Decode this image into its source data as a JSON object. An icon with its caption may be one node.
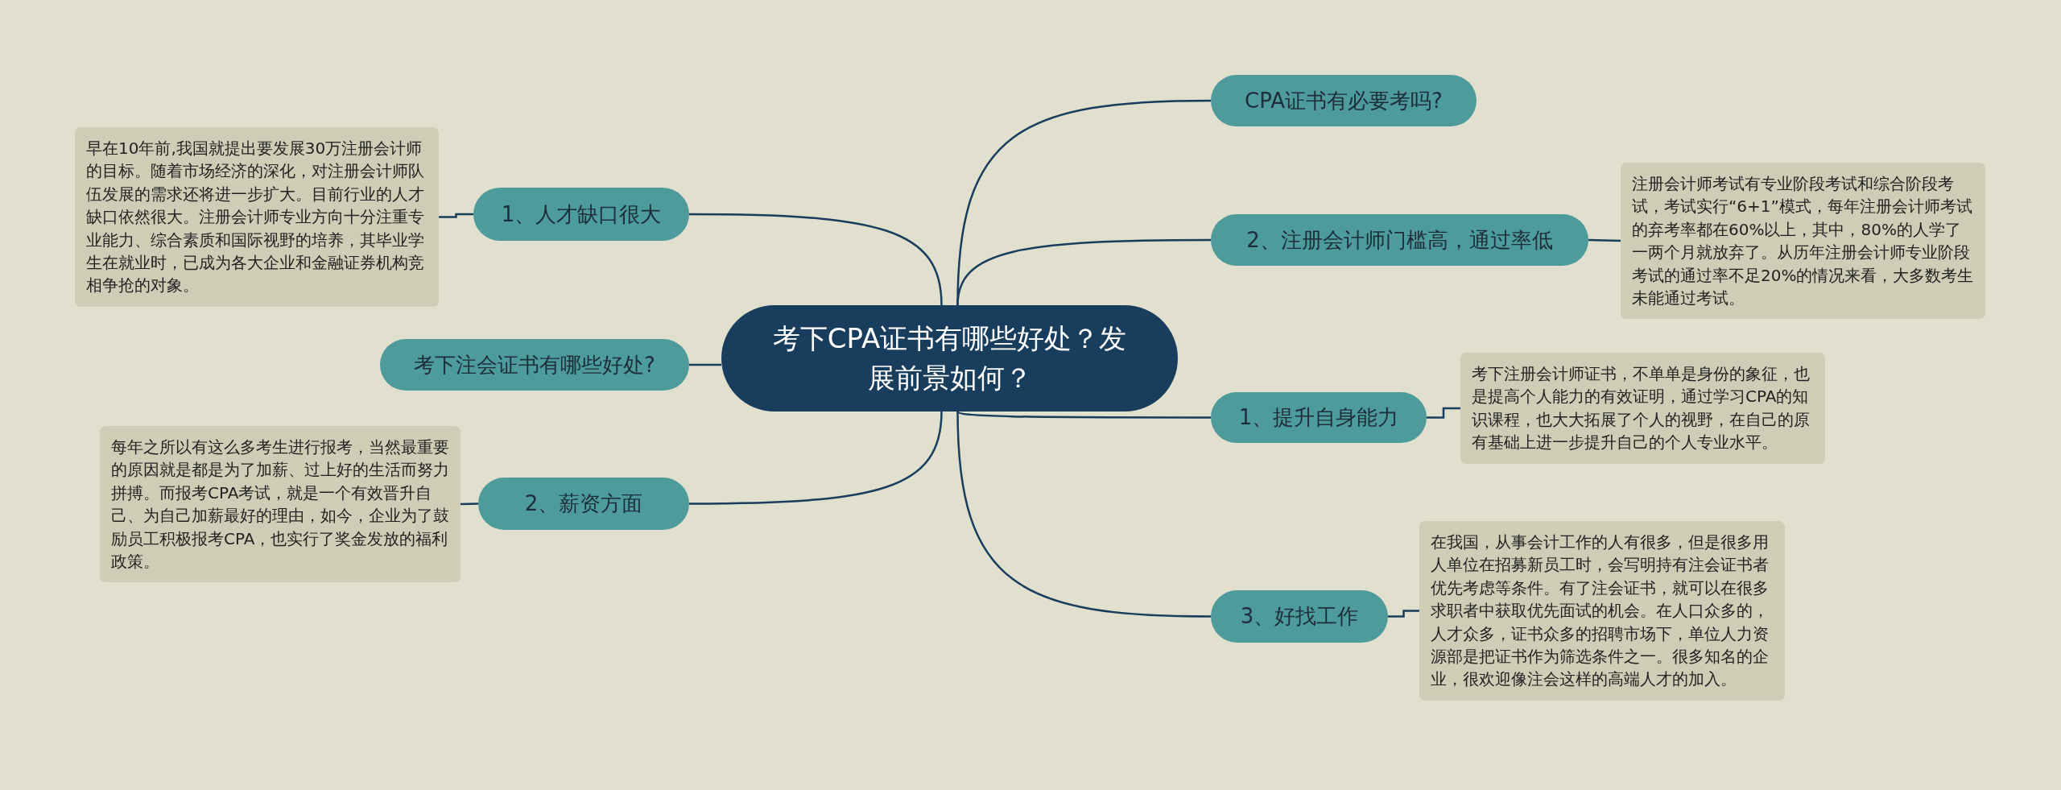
{
  "diagram": {
    "nodes": [
      {
        "text": [
          "考下CPA证书有哪些好处？发展前景如何？"
        ]
      },
      {
        "text": [
          "1、人才缺口很大"
        ]
      },
      {
        "text": [
          "早在10年前,我国就提出要发展30万注册会计师的目标。随着市场经济的深化，对注册会计师队伍发展的需求还将进一步扩大。目前行业的人才缺口依然很大。注册会计师专业方向十分注重专业能力、综合素质和国际视野的培养，其毕业学生在就业时，已成为各大企业和金融证券机构竞相争抢的对象。"
        ]
      },
      {
        "text": [
          "考下注会证书有哪些好处?"
        ]
      },
      {
        "text": [
          "2、薪资方面"
        ]
      },
      {
        "text": [
          "每年之所以有这么多考生进行报考，当然最重要的原因就是都是为了加薪、过上好的生活而努力拼搏。而报考CPA考试，就是一个有效晋升自己、为自己加薪最好的理由，如今，企业为了鼓励员工积极报考CPA，也实行了奖金发放的福利政策。"
        ]
      },
      {
        "text": [
          "CPA证书有必要考吗?"
        ]
      },
      {
        "text": [
          "2、注册会计师门槛高，通过率低"
        ]
      },
      {
        "text": [
          "注册会计师考试有专业阶段考试和综合阶段考试，考试实行“6+1”模式，每年注册会计师考试的弃考率都在60%以上，其中，80%的人学了一两个月就放弃了。从历年注册会计师专业阶段考试的通过率不足20%的情况来看，大多数考生未能通过考试。"
        ]
      },
      {
        "text": [
          "1、提升自身能力"
        ]
      },
      {
        "text": [
          "考下注册会计师证书，不单单是身份的象征，也是提高个人能力的有效证明，通过学习CPA的知识课程，也大大拓展了个人的视野，在自己的原有基础上进一步提升自己的个人专业水平。"
        ]
      },
      {
        "text": [
          "3、好找工作"
        ]
      },
      {
        "text": [
          "在我国，从事会计工作的人有很多，但是很多用人单位在招募新员工时，会写明持有注会证书者优先考虑等条件。有了注会证书，就可以在很多求职者中获取优先面试的机会。在人口众多的，人才众多，证书众多的招聘市场下，单位人力资源部是把证书作为筛选条件之一。很多知名的企业，很欢迎像注会这样的高端人才的加入。"
        ]
      }
    ],
    "edges": [
      {
        "from": 0,
        "to": 1,
        "arrow": "none"
      },
      {
        "from": 1,
        "to": 2,
        "arrow": "none"
      },
      {
        "from": 0,
        "to": 3,
        "arrow": "none"
      },
      {
        "from": 0,
        "to": 4,
        "arrow": "none"
      },
      {
        "from": 4,
        "to": 5,
        "arrow": "none"
      },
      {
        "from": 0,
        "to": 6,
        "arrow": "none"
      },
      {
        "from": 0,
        "to": 7,
        "arrow": "none"
      },
      {
        "from": 7,
        "to": 8,
        "arrow": "none"
      },
      {
        "from": 0,
        "to": 9,
        "arrow": "none"
      },
      {
        "from": 9,
        "to": 10,
        "arrow": "none"
      },
      {
        "from": 0,
        "to": 11,
        "arrow": "none"
      },
      {
        "from": 11,
        "to": 12,
        "arrow": "none"
      }
    ]
  }
}
